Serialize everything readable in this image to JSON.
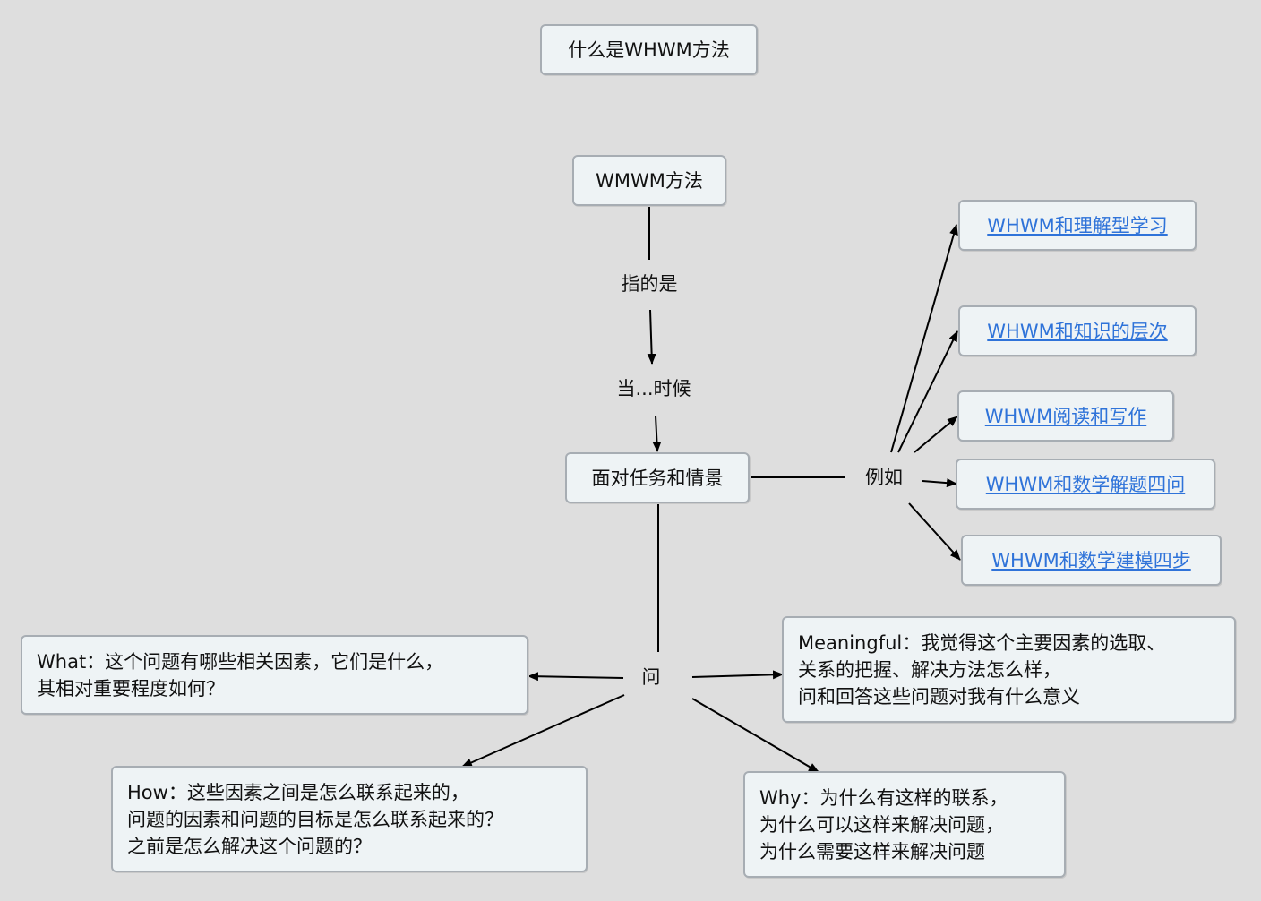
{
  "title": "什么是WHWM方法",
  "concept": "WMWM方法",
  "linking": {
    "refers_to": "指的是",
    "when": "当...时候",
    "for_example": "例如",
    "ask": "问"
  },
  "task_node": "面对任务和情景",
  "examples": [
    "WHWM和理解型学习",
    "WHWM和知识的层次",
    "WHWM阅读和写作",
    "WHWM和数学解题四问",
    "WHWM和数学建模四步"
  ],
  "questions": {
    "what": "What：这个问题有哪些相关因素，它们是什么，\n其相对重要程度如何？",
    "how": "How：这些因素之间是怎么联系起来的，\n问题的因素和问题的目标是怎么联系起来的？\n之前是怎么解决这个问题的？",
    "why": "Why：为什么有这样的联系，\n为什么可以这样来解决问题，\n为什么需要这样来解决问题",
    "meaningful": "Meaningful：我觉得这个主要因素的选取、\n关系的把握、解决方法怎么样，\n问和回答这些问题对我有什么意义"
  }
}
